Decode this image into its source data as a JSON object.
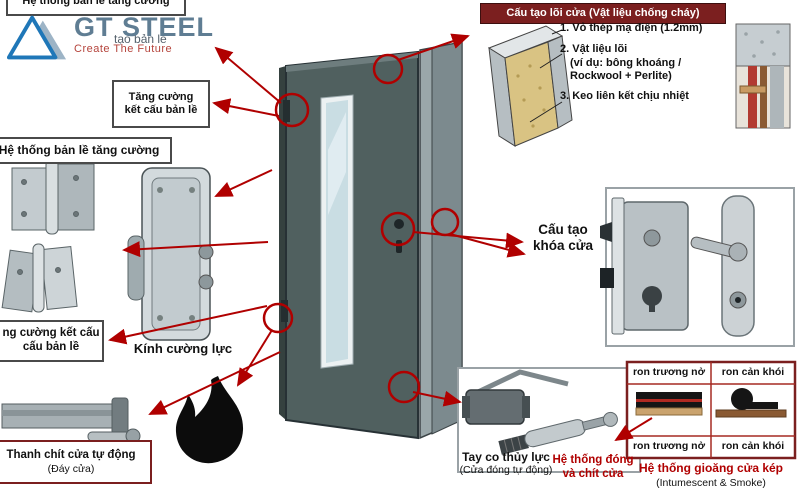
{
  "logo": {
    "brand": "GT STEEL",
    "tagline": "Create The Future"
  },
  "top_left": {
    "clipped_title": "Hệ thống bản lề tăng cường",
    "partial_label": "tạo bản lề",
    "reinforce_box_line1": "Tăng cường",
    "reinforce_box_line2": "kết cấu bản lề",
    "hinge_header": "Hệ thống bản lề tăng cường"
  },
  "left": {
    "clipped_structure_line1": "ng cường kết cấu",
    "clipped_structure_line2": "cấu bản lề",
    "glass_label": "Kính cường lực",
    "seal_label": "Thanh chít cửa tự động",
    "seal_sub": "(Đáy cửa)"
  },
  "core": {
    "title": "Cấu tạo lõi cửa (Vật liệu chống cháy)",
    "item1": "1. Vỏ thép mạ điện (1.2mm)",
    "item2": "2. Vật liệu lõi",
    "item2_sub1": "(ví dụ: bông khoáng /",
    "item2_sub2": "Rockwool + Perlite)",
    "item3": "3. Keo liên kết chịu nhiệt"
  },
  "lock": {
    "label_line1": "Cấu tạo",
    "label_line2": "khóa cửa"
  },
  "closer": {
    "name_line1": "Tay co thủy lực",
    "name_line2": "(Cửa đóng tự động)",
    "system_line1": "Hệ thống đóng",
    "system_line2": "và chít cửa"
  },
  "gasket": {
    "top_left": "ron trương nở",
    "top_right": "ron cản khói",
    "bottom_left": "ron trương nở",
    "bottom_right": "ron cản khói",
    "title": "Hệ thống gioăng cửa kép",
    "subtitle": "(Intumescent & Smoke)"
  },
  "colors": {
    "accent_red": "#b00000",
    "maroon": "#7b1f1f",
    "door": "#50605f",
    "glass": "#c9dde3",
    "core_fill": "#d9c383"
  }
}
